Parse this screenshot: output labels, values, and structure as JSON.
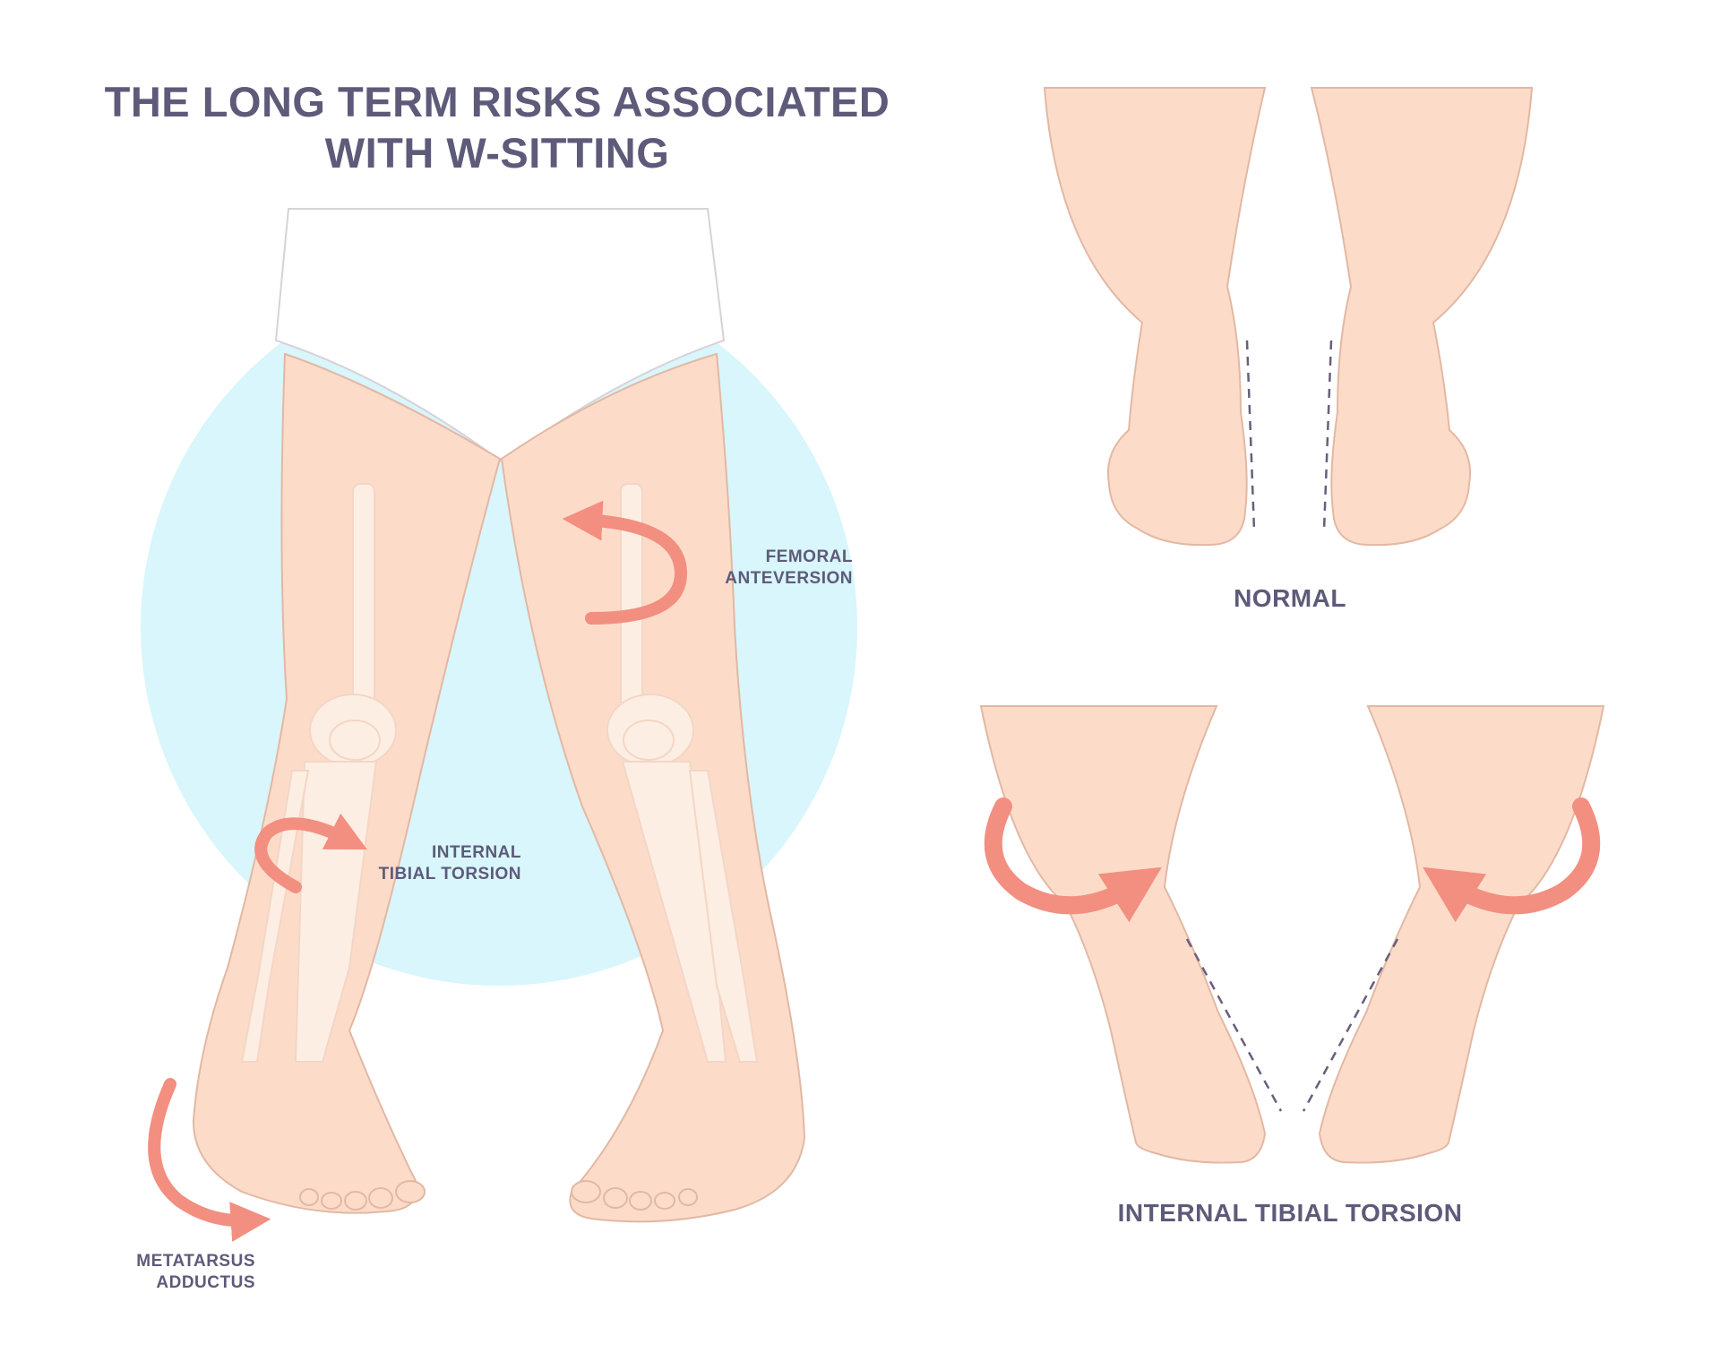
{
  "title": {
    "line1": "THE LONG TERM RISKS ASSOCIATED",
    "line2": "WITH W-SITTING"
  },
  "labels": {
    "femoral_anteversion": [
      "FEMORAL",
      "ANTEVERSION"
    ],
    "internal_tibial_torsion": [
      "INTERNAL",
      "TIBIAL TORSION"
    ],
    "metatarsus_adductus": [
      "METATARSUS",
      "ADDUCTUS"
    ]
  },
  "captions": {
    "normal": "NORMAL",
    "internal_tibial_torsion": "INTERNAL TIBIAL TORSION"
  },
  "colors": {
    "skin": "#fcdcc9",
    "skin_outline": "#e2b8a4",
    "bone": "#fdeee3",
    "arrow": "#f28f80",
    "circle": "#d8f6fb",
    "text": "#5e5a7a",
    "dash": "#6b5e7a",
    "shorts": "#ffffff"
  }
}
